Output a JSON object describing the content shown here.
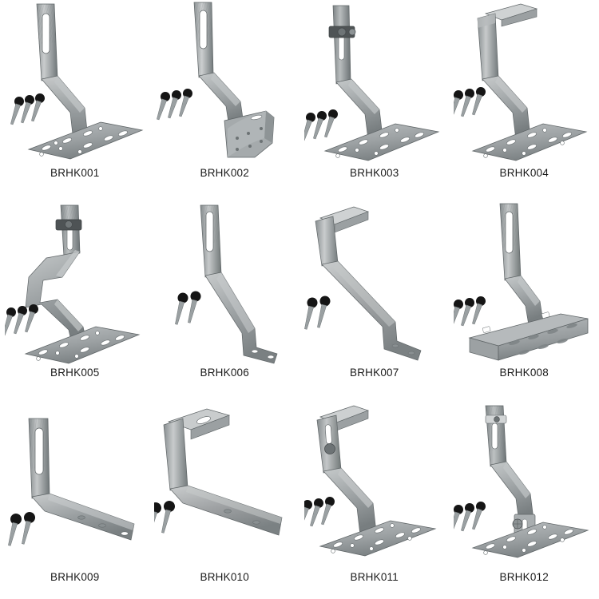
{
  "page": {
    "title": "Solar Roof Hook Product Grid",
    "background_color": "#ffffff",
    "columns": 4,
    "rows": 3
  },
  "palette": {
    "steel_light": "#d8dadb",
    "steel_mid": "#a7abac",
    "steel_dark": "#6d7375",
    "steel_deep": "#4a5052",
    "steel_edge": "#8b9093",
    "screw_head": "#171717",
    "screw_shank": "#9aa0a2",
    "caption_color": "#1b1b1b"
  },
  "products": [
    {
      "label": "BRHK001",
      "type": "slotted-upright-z-hook-with-long-plate",
      "screws": 3,
      "base": "long-flat-plate",
      "features": [
        "adjustment-slot",
        "knurled-texture",
        "z-bend",
        "oval-hole-plate"
      ]
    },
    {
      "label": "BRHK002",
      "type": "slotted-upright-hook-with-folded-bracket",
      "screws": 3,
      "base": "folded-sheet-bracket",
      "features": [
        "adjustment-slot",
        "knurled-texture",
        "z-bend",
        "curved-tile-bracket"
      ]
    },
    {
      "label": "BRHK003",
      "type": "adjustable-clamp-hook-with-long-plate",
      "screws": 3,
      "base": "long-flat-plate",
      "features": [
        "sliding-clamp",
        "hex-bolt",
        "slot",
        "z-bend",
        "oval-hole-plate"
      ]
    },
    {
      "label": "BRHK004",
      "type": "tile-hook-with-long-plate",
      "screws": 3,
      "base": "long-flat-plate",
      "features": [
        "flat-top-tab",
        "tall-hook",
        "z-bend",
        "oval-hole-plate"
      ]
    },
    {
      "label": "BRHK005",
      "type": "adjustable-slotted-hook-with-long-plate",
      "screws": 3,
      "base": "long-flat-plate",
      "features": [
        "sliding-clamp",
        "knurled-texture",
        "double-z-bend",
        "oval-hole-plate"
      ]
    },
    {
      "label": "BRHK006",
      "type": "slotted-upright-hook-with-flat-foot",
      "screws": 2,
      "base": "narrow-flat-foot",
      "features": [
        "adjustment-slot",
        "knurled-texture",
        "long-sweep",
        "two-hole-foot"
      ]
    },
    {
      "label": "BRHK007",
      "type": "tile-hook-with-flat-foot",
      "screws": 2,
      "base": "narrow-flat-foot",
      "features": [
        "flat-top-tab",
        "long-sweep",
        "two-hole-foot"
      ]
    },
    {
      "label": "BRHK008",
      "type": "slotted-hook-with-perforated-l-base",
      "screws": 3,
      "base": "perforated-l-bracket",
      "features": [
        "adjustment-slot",
        "knurled-texture",
        "pivot-bolt",
        "l-angle-base"
      ]
    },
    {
      "label": "BRHK009",
      "type": "slotted-l-bracket-hook",
      "screws": 2,
      "base": "narrow-flat-foot",
      "features": [
        "adjustment-slot",
        "knurled-texture",
        "l-bend",
        "two-hole-foot"
      ]
    },
    {
      "label": "BRHK010",
      "type": "tile-hook-l-bracket",
      "screws": 2,
      "base": "narrow-flat-foot",
      "features": [
        "flat-top-tab",
        "l-bend",
        "two-hole-foot"
      ]
    },
    {
      "label": "BRHK011",
      "type": "adjustable-tile-hook-with-long-plate",
      "screws": 3,
      "base": "long-flat-plate",
      "features": [
        "flat-top-tab",
        "slot",
        "pivot-bolt",
        "z-bend",
        "oval-hole-plate"
      ]
    },
    {
      "label": "BRHK012",
      "type": "adjustable-slotted-hook-with-long-plate",
      "screws": 3,
      "base": "long-flat-plate",
      "features": [
        "adjustment-slot",
        "knurled-texture",
        "threaded-clamp",
        "z-bend",
        "oval-hole-plate"
      ]
    }
  ]
}
